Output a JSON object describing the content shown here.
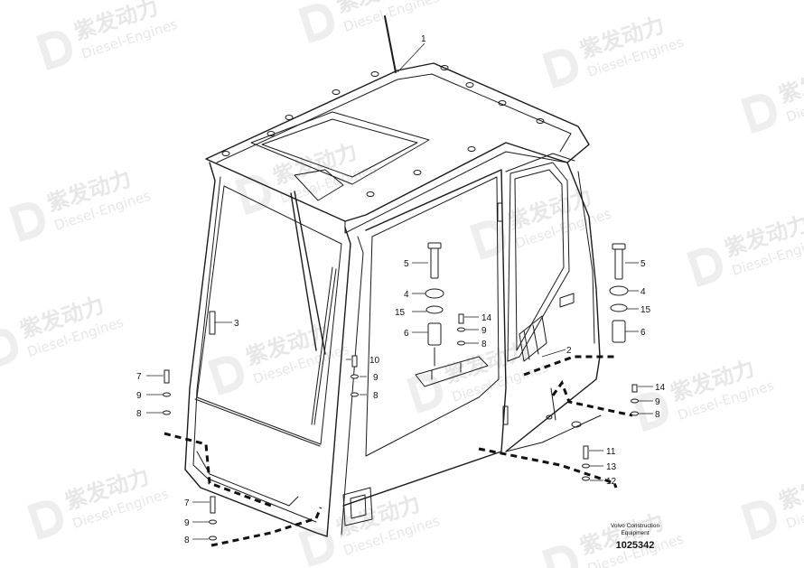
{
  "watermark": {
    "brand_cn": "紫发动力",
    "brand_en": "Diesel-Engines"
  },
  "callouts": [
    "1",
    "2",
    "3",
    "4",
    "5",
    "6",
    "7",
    "8",
    "9",
    "10",
    "11",
    "12",
    "13",
    "14",
    "15"
  ],
  "footer": {
    "brand_line1": "Volvo Construction",
    "brand_line2": "Equipment",
    "reference": "1025342"
  }
}
